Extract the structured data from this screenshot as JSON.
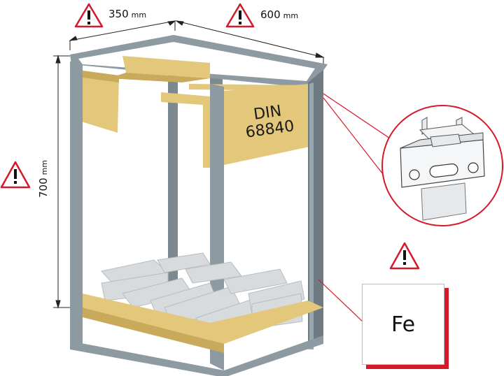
{
  "dimensions": {
    "depth": {
      "value": "350",
      "unit": "mm"
    },
    "width": {
      "value": "600",
      "unit": "mm"
    },
    "height": {
      "value": "700",
      "unit": "mm"
    }
  },
  "standard_label": {
    "line1": "DIN",
    "line2": "68840"
  },
  "material": "Fe",
  "colors": {
    "frame": "#8e9aa2",
    "frame_dark": "#6f7b83",
    "wood": "#e3c77a",
    "wood_dark": "#c9a95a",
    "warning_red": "#d6182b",
    "leader": "#d6182b"
  },
  "icons": [
    "warning-triangle-icon",
    "din-rail-clip-detail"
  ]
}
